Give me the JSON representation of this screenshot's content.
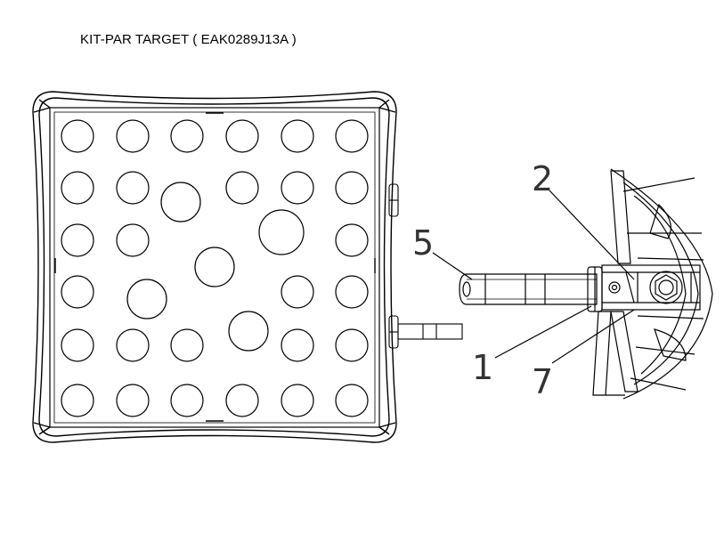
{
  "title": "KIT-PAR TARGET ( EAK0289J13A )",
  "callouts": {
    "c1": "1",
    "c2": "2",
    "c5": "5",
    "c7": "7"
  },
  "colors": {
    "line": "#000000",
    "callout": "#333333",
    "background": "#ffffff"
  }
}
